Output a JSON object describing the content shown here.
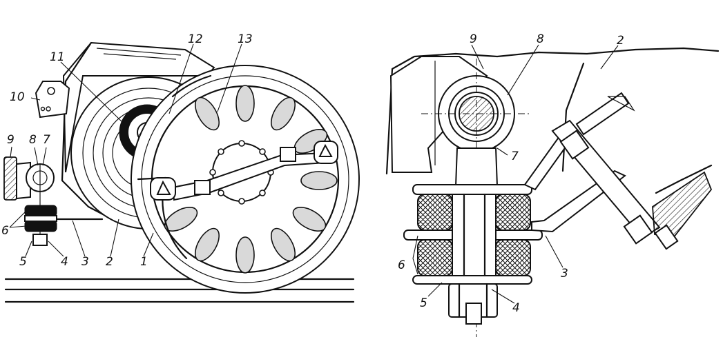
{
  "left_view": {
    "labels": [
      {
        "id": "l1",
        "text": "1"
      },
      {
        "id": "l2",
        "text": "2"
      },
      {
        "id": "l3",
        "text": "3"
      },
      {
        "id": "l4",
        "text": "4"
      },
      {
        "id": "l5",
        "text": "5"
      },
      {
        "id": "l6",
        "text": "6"
      },
      {
        "id": "l7",
        "text": "7"
      },
      {
        "id": "l8",
        "text": "8"
      },
      {
        "id": "l9",
        "text": "9"
      },
      {
        "id": "l10",
        "text": "10"
      },
      {
        "id": "l11",
        "text": "11"
      },
      {
        "id": "l12",
        "text": "12"
      },
      {
        "id": "l13",
        "text": "13"
      }
    ]
  },
  "right_view": {
    "labels": [
      {
        "id": "r2",
        "text": "2"
      },
      {
        "id": "r3",
        "text": "3"
      },
      {
        "id": "r4",
        "text": "4"
      },
      {
        "id": "r5",
        "text": "5"
      },
      {
        "id": "r6",
        "text": "6"
      },
      {
        "id": "r7",
        "text": "7"
      },
      {
        "id": "r8",
        "text": "8"
      },
      {
        "id": "r9",
        "text": "9"
      }
    ]
  }
}
